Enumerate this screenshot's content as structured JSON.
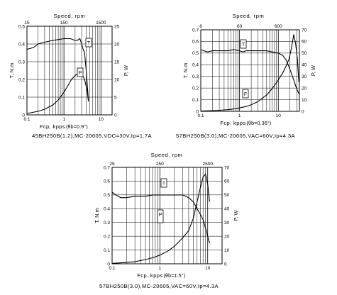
{
  "chart_data": [
    {
      "type": "line",
      "title": "Speed, rpm",
      "xlabel": "Fcp, kpps",
      "xlabel_note": "(θb=0.9°)",
      "ylabel_left": "T, N.m",
      "ylabel_right": "P, W",
      "caption": "45BH250B(1.2),MC-20605,VDC=30V,Ip=1.7A",
      "xscale": "log",
      "xlim": [
        0.1,
        20
      ],
      "ylim_left": [
        0,
        0.5
      ],
      "ylim_right": [
        0,
        25
      ],
      "xticks": [
        "0.1",
        "1",
        "10"
      ],
      "yticks_left": [
        "0",
        "0.1",
        "0.2",
        "0.3",
        "0.4",
        "0.5"
      ],
      "yticks_right": [
        "0",
        "5",
        "10",
        "15",
        "20",
        "25"
      ],
      "top_ticks": [
        "15",
        "150",
        "1500"
      ],
      "legend_labels": [
        "T",
        "P"
      ],
      "series": [
        {
          "name": "T",
          "axis": "left",
          "x": [
            0.1,
            0.15,
            0.2,
            0.3,
            0.5,
            0.7,
            1,
            1.5,
            2,
            2.3,
            2.7,
            3,
            3.3,
            3.6,
            4,
            4.3,
            4.6
          ],
          "values": [
            0.37,
            0.38,
            0.4,
            0.41,
            0.42,
            0.425,
            0.43,
            0.43,
            0.42,
            0.42,
            0.43,
            0.4,
            0.37,
            0.35,
            0.25,
            0.16,
            0.08
          ]
        },
        {
          "name": "P",
          "axis": "right",
          "x": [
            0.1,
            0.2,
            0.3,
            0.5,
            0.7,
            1,
            1.3,
            1.6,
            2,
            2.3,
            2.6,
            3,
            3.3,
            3.6,
            4,
            4.3,
            4.6
          ],
          "values": [
            0.4,
            1.0,
            1.6,
            2.8,
            4.2,
            6.4,
            8.4,
            10.0,
            11.1,
            11.5,
            11.8,
            11.5,
            10.8,
            10.0,
            8.0,
            6.2,
            3.8
          ]
        }
      ]
    },
    {
      "type": "line",
      "title": "Speed, rpm",
      "xlabel": "Fcp, kpps",
      "xlabel_note": "(θb=0.36°)",
      "ylabel_left": "T, N.m",
      "ylabel_right": "P, W",
      "caption": "57BH250B(3.0),MC-20605,VAC=60V,Ip=4.3A",
      "xscale": "log",
      "xlim": [
        0.1,
        35
      ],
      "ylim_left": [
        0,
        0.7
      ],
      "ylim_right": [
        0,
        70
      ],
      "xticks": [
        "0.1",
        "1",
        "10"
      ],
      "yticks_left": [
        "0",
        "0.1",
        "0.2",
        "0.3",
        "0.4",
        "0.5",
        "0.6",
        "0.7"
      ],
      "yticks_right": [
        "0",
        "10",
        "20",
        "30",
        "40",
        "50",
        "60",
        "70"
      ],
      "top_ticks": [
        "6",
        "60",
        "600"
      ],
      "legend_labels": [
        "T",
        "F"
      ],
      "series": [
        {
          "name": "T",
          "axis": "left",
          "x": [
            0.1,
            0.12,
            0.15,
            0.2,
            0.3,
            0.5,
            0.7,
            1,
            1.2,
            1.5,
            2,
            3,
            5,
            7,
            10,
            13,
            16,
            19,
            22,
            25,
            28,
            31,
            34
          ],
          "values": [
            0.53,
            0.52,
            0.51,
            0.52,
            0.52,
            0.52,
            0.53,
            0.52,
            0.51,
            0.52,
            0.52,
            0.52,
            0.52,
            0.51,
            0.5,
            0.48,
            0.44,
            0.38,
            0.32,
            0.27,
            0.22,
            0.18,
            0.15
          ]
        },
        {
          "name": "F",
          "axis": "right",
          "x": [
            0.1,
            0.2,
            0.3,
            0.5,
            0.7,
            1,
            1.5,
            2,
            3,
            5,
            7,
            10,
            13,
            16,
            19,
            22,
            25,
            28,
            31,
            34
          ],
          "values": [
            0.3,
            0.6,
            0.9,
            1.4,
            2.0,
            2.9,
            4.2,
            5.6,
            8.4,
            14.0,
            19.6,
            27.0,
            33.0,
            39.0,
            45.0,
            55.0,
            66.0,
            58.0,
            45.0,
            25.0
          ]
        }
      ]
    },
    {
      "type": "line",
      "title": "Speed, rpm",
      "xlabel": "Fcp, kpps",
      "xlabel_note": "(θb=1.5°)",
      "ylabel_left": "T, N.m",
      "ylabel_right": "P, W",
      "caption": "57BH250B(3.0),MC-20605,VAC=60V,Ip=4.3A",
      "xscale": "log",
      "xlim": [
        0.1,
        20
      ],
      "ylim_left": [
        0,
        0.7
      ],
      "ylim_right": [
        0,
        70
      ],
      "xticks": [
        "0.1",
        "1",
        "10"
      ],
      "yticks_left": [
        "0",
        "0.1",
        "0.2",
        "0.3",
        "0.4",
        "0.5",
        "0.6",
        "0.7"
      ],
      "yticks_right": [
        "0",
        "10",
        "20",
        "30",
        "40",
        "50",
        "60",
        "70"
      ],
      "top_ticks": [
        "25",
        "250",
        "2500"
      ],
      "legend_labels": [
        "T",
        "P"
      ],
      "series": [
        {
          "name": "T",
          "axis": "left",
          "x": [
            0.1,
            0.12,
            0.15,
            0.2,
            0.3,
            0.5,
            0.7,
            1,
            1.5,
            2,
            3,
            4,
            5,
            6,
            7,
            8,
            9,
            10,
            11
          ],
          "values": [
            0.52,
            0.5,
            0.48,
            0.48,
            0.49,
            0.49,
            0.5,
            0.5,
            0.5,
            0.5,
            0.5,
            0.48,
            0.45,
            0.4,
            0.36,
            0.32,
            0.26,
            0.2,
            0.15
          ]
        },
        {
          "name": "P",
          "axis": "right",
          "x": [
            0.1,
            0.2,
            0.3,
            0.5,
            0.7,
            1,
            1.5,
            2,
            3,
            4,
            5,
            6,
            7,
            8,
            9,
            10,
            11
          ],
          "values": [
            0.3,
            1.0,
            1.5,
            3.1,
            4.4,
            6.3,
            9.4,
            12.6,
            18.8,
            24.0,
            33.0,
            45.0,
            55.0,
            63.0,
            65.0,
            58.0,
            45.0
          ]
        }
      ]
    }
  ]
}
